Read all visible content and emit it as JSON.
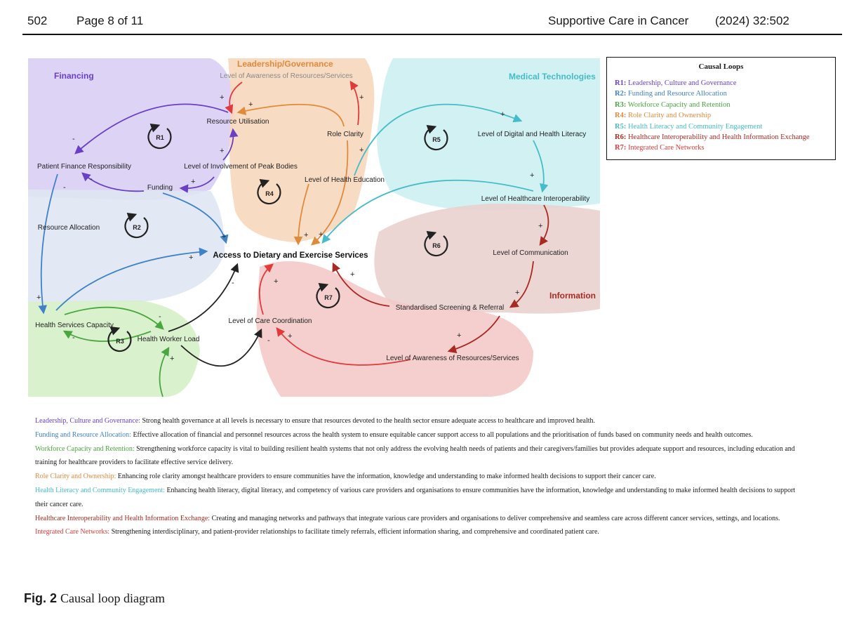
{
  "header": {
    "page_number": "502",
    "page_of": "Page 8 of 11",
    "journal": "Supportive Care in Cancer",
    "citation": "(2024) 32:502"
  },
  "colors": {
    "purple": "#6a3fc7",
    "blue": "#3f82c7",
    "green": "#4aa63f",
    "orange": "#e08a3c",
    "cyan": "#45bcc8",
    "darkred": "#a82a22",
    "red": "#e03a3a",
    "black": "#222222"
  },
  "diagram": {
    "regions": {
      "financing": "Financing",
      "leadership": "Leadership/Governance",
      "medical_technologies": "Medical Technologies",
      "information": "Information"
    },
    "nodes": {
      "awareness_top": "Level of Awareness of Resources/Services",
      "resource_utilisation": "Resource Utilisation",
      "role_clarity": "Role Clarity",
      "digital_literacy": "Level of Digital and Health Literacy",
      "patient_finance": "Patient Finance Responsibility",
      "peak_bodies": "Level of Involvement of Peak Bodies",
      "health_education": "Level of Health Education",
      "funding": "Funding",
      "interoperability": "Level of Healthcare Interoperability",
      "resource_allocation": "Resource Allocation",
      "access": "Access to Dietary and Exercise Services",
      "communication": "Level of Communication",
      "screening": "Standardised Screening & Referral",
      "health_services_capacity": "Health Services Capacity",
      "health_worker_load": "Health Worker Load",
      "care_coordination": "Level of Care Coordination",
      "awareness_bottom": "Level of Awareness of Resources/Services"
    },
    "loops": [
      "R1",
      "R2",
      "R3",
      "R4",
      "R5",
      "R6",
      "R7"
    ],
    "signs": {
      "plus": "+",
      "minus": "-"
    }
  },
  "legend": {
    "title": "Causal Loops",
    "items": [
      {
        "code": "R1:",
        "label": "Leadership, Culture and Governance",
        "color": "#6a3fc7"
      },
      {
        "code": "R2:",
        "label": "Funding and Resource Allocation",
        "color": "#3f82c7"
      },
      {
        "code": "R3:",
        "label": "Workforce Capacity and Retention",
        "color": "#4aa63f"
      },
      {
        "code": "R4:",
        "label": "Role Clarity and Ownership",
        "color": "#e08a3c"
      },
      {
        "code": "R5:",
        "label": "Health Literacy and Community Engagement",
        "color": "#45bcc8"
      },
      {
        "code": "R6:",
        "label": "Healthcare Interoperability and Health Information Exchange",
        "color": "#a82a22"
      },
      {
        "code": "R7:",
        "label": "Integrated Care Networks",
        "color": "#e03a3a"
      }
    ]
  },
  "descriptions": [
    {
      "term": "Leadership, Culture and Governance:",
      "text": "Strong health governance at all levels is necessary to ensure that resources devoted to the health sector ensure adequate access to healthcare and improved health.",
      "color": "#6a3fc7"
    },
    {
      "term": "Funding and Resource Allocation:",
      "text": "Effective allocation of financial and personnel resources across the health system to ensure equitable cancer support access to all populations and the prioritisation of funds based on community needs and health outcomes.",
      "color": "#3f82c7"
    },
    {
      "term": "Workforce Capacity and Retention:",
      "text": "Strengthening workforce capacity is vital to building resilient health systems that not only address the evolving health needs of patients and their caregivers/families but provides adequate support and resources, including education and training for healthcare providers to facilitate effective service delivery.",
      "color": "#4aa63f"
    },
    {
      "term": "Role Clarity and Ownership:",
      "text": "Enhancing role clarity amongst healthcare providers to ensure communities have the information, knowledge and understanding to make informed health decisions to support their cancer care.",
      "color": "#e08a3c"
    },
    {
      "term": "Health Literacy and Community Engagement:",
      "text": "Enhancing health literacy, digital literacy, and competency of various care providers and organisations to ensure communities have the information, knowledge and understanding to make informed health decisions to support their cancer care.",
      "color": "#45bcc8"
    },
    {
      "term": "Healthcare Interoperability and Health Information Exchange:",
      "text": "Creating and managing networks and pathways that integrate various care providers and organisations to deliver comprehensive and seamless care across different cancer services, settings, and locations.",
      "color": "#a82a22"
    },
    {
      "term": "Integrated Care Networks:",
      "text": "Strengthening interdisciplinary, and patient-provider relationships to facilitate timely referrals, efficient information sharing, and comprehensive and coordinated patient care.",
      "color": "#e03a3a"
    }
  ],
  "caption": {
    "label": "Fig. 2",
    "text": "Causal loop diagram"
  }
}
